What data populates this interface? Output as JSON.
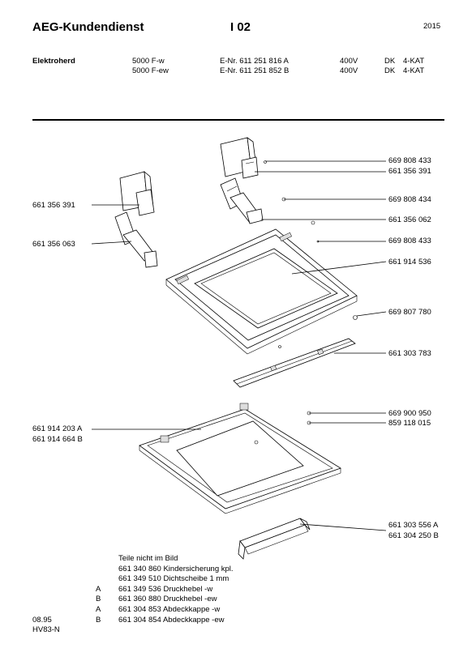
{
  "header": {
    "brand": "AEG-Kundendienst",
    "code": "I 02",
    "year": "2015"
  },
  "product": {
    "category": "Elektroherd",
    "rows": [
      {
        "model": "5000 F-w",
        "enr": "E-Nr. 611 251 816 A",
        "volt": "400V",
        "dk": "DK",
        "kat": "4-KAT"
      },
      {
        "model": "5000 F-ew",
        "enr": "E-Nr. 611 251 852 B",
        "volt": "400V",
        "dk": "DK",
        "kat": "4-KAT"
      }
    ]
  },
  "parts_right": [
    "669 808 433",
    "661 356 391",
    "669 808 434",
    "661 356 062",
    "669 808 433",
    "661 914 536",
    "669 807 780",
    "661 303 783",
    "669 900 950",
    "859 118 015",
    "661 303 556 A",
    "661 304 250 B"
  ],
  "parts_left": [
    "661 356 391",
    "661 356 063",
    "661 914 203 A",
    "661 914 664 B"
  ],
  "footer": {
    "not_shown_title": "Teile nicht im Bild",
    "items": [
      {
        "variant": "",
        "text": "661 340 860 Kindersicherung kpl."
      },
      {
        "variant": "",
        "text": "661 349 510 Dichtscheibe 1 mm"
      },
      {
        "variant": "A",
        "text": "661 349 536 Druckhebel -w"
      },
      {
        "variant": "B",
        "text": "661 360 880 Druckhebel -ew"
      },
      {
        "variant": "A",
        "text": "661 304 853 Abdeckkappe -w"
      },
      {
        "variant": "B",
        "text": "661 304 854 Abdeckkappe -ew"
      }
    ],
    "date": "08.95",
    "doc_code": "HV83-N"
  }
}
